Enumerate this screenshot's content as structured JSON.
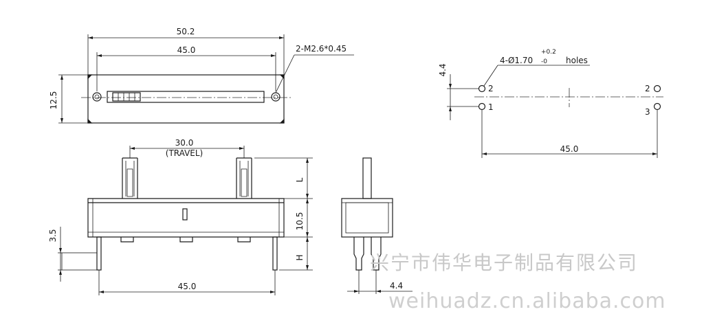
{
  "top_view": {
    "overall_length": "50.2",
    "slot_length": "45.0",
    "mount_thread": "2-M2.6*0.45",
    "height": "12.5"
  },
  "hole_pattern": {
    "hole_spec": "4-Ø1.70",
    "tol_plus": "+0.2",
    "tol_minus": "-0",
    "holes_word": "holes",
    "pitch_vertical": "4.4",
    "pitch_horizontal": "45.0",
    "pin_left_top": "2",
    "pin_left_bottom": "1",
    "pin_right_top": "2",
    "pin_right_bottom": "3"
  },
  "front_view": {
    "travel": "30.0",
    "travel_label": "(TRAVEL)",
    "pin_spacing": "45.0",
    "dim_L": "L",
    "body_height": "10.5",
    "dim_H": "H",
    "pin_height": "3.5"
  },
  "side_view": {
    "pin_pitch": "4.4"
  },
  "watermark": {
    "company": "兴宁市伟华电子制品有限公司",
    "url": "weihuadz.cn.alibaba.com"
  }
}
